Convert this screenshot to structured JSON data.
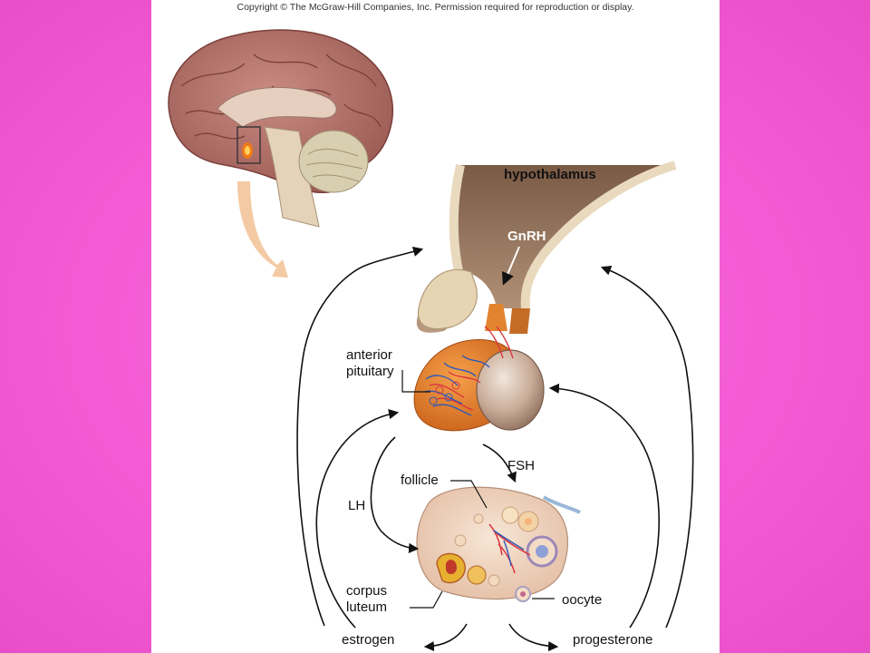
{
  "copyright": "Copyright © The McGraw-Hill Companies, Inc. Permission required for reproduction or display.",
  "labels": {
    "hypothalamus": "hypothalamus",
    "gnrh": "GnRH",
    "anterior_pituitary_1": "anterior",
    "anterior_pituitary_2": "pituitary",
    "fsh": "FSH",
    "lh": "LH",
    "follicle": "follicle",
    "corpus_luteum_1": "corpus",
    "corpus_luteum_2": "luteum",
    "oocyte": "oocyte",
    "estrogen": "estrogen",
    "progesterone": "progesterone"
  },
  "colors": {
    "background": "#f55fd6",
    "panel": "#ffffff",
    "brain": "#b06a62",
    "hypothalamus": "#8d6a52",
    "pituitary": "#e8822a",
    "ovary": "#f1d7c4",
    "vessel_red": "#d9363e",
    "vessel_blue": "#2f5ab8"
  }
}
